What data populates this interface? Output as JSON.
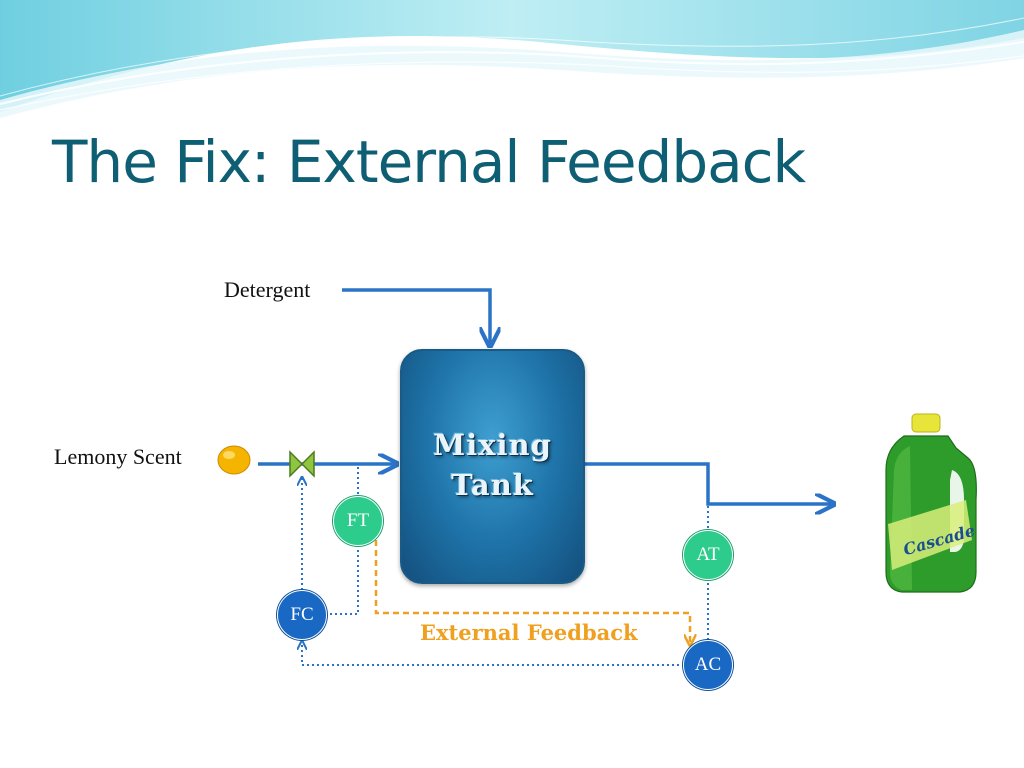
{
  "slide": {
    "title": "The Fix: External Feedback"
  },
  "inputs": {
    "detergent": "Detergent",
    "lemony_scent": "Lemony Scent"
  },
  "tank": {
    "line1": "Mixing",
    "line2": "Tank"
  },
  "instruments": {
    "ft": "FT",
    "fc": "FC",
    "at": "AT",
    "ac": "AC"
  },
  "feedback_label": "External Feedback",
  "product_bottle": {
    "brand": "Cascade"
  },
  "colors": {
    "title": "#0f5f74",
    "process_line": "#2a73c6",
    "signal_line": "#2a73c6",
    "feedback_line": "#f0a020",
    "transmitter": "#2ecc8c",
    "controller": "#1969c4",
    "valve": "#8fc63f",
    "bottle": "#2e9c2a",
    "bottle_cap": "#e8e43a"
  }
}
